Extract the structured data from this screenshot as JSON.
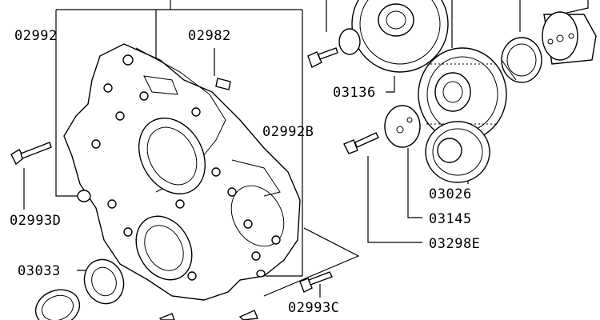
{
  "diagram": {
    "labels": {
      "p02992": "02992",
      "p02982": "02982",
      "p02992B": "02992B",
      "p02993D": "02993D",
      "p03033": "03033",
      "p02993C": "02993C",
      "p03136": "03136",
      "p03026": "03026",
      "p03145": "03145",
      "p03298E": "03298E"
    }
  }
}
